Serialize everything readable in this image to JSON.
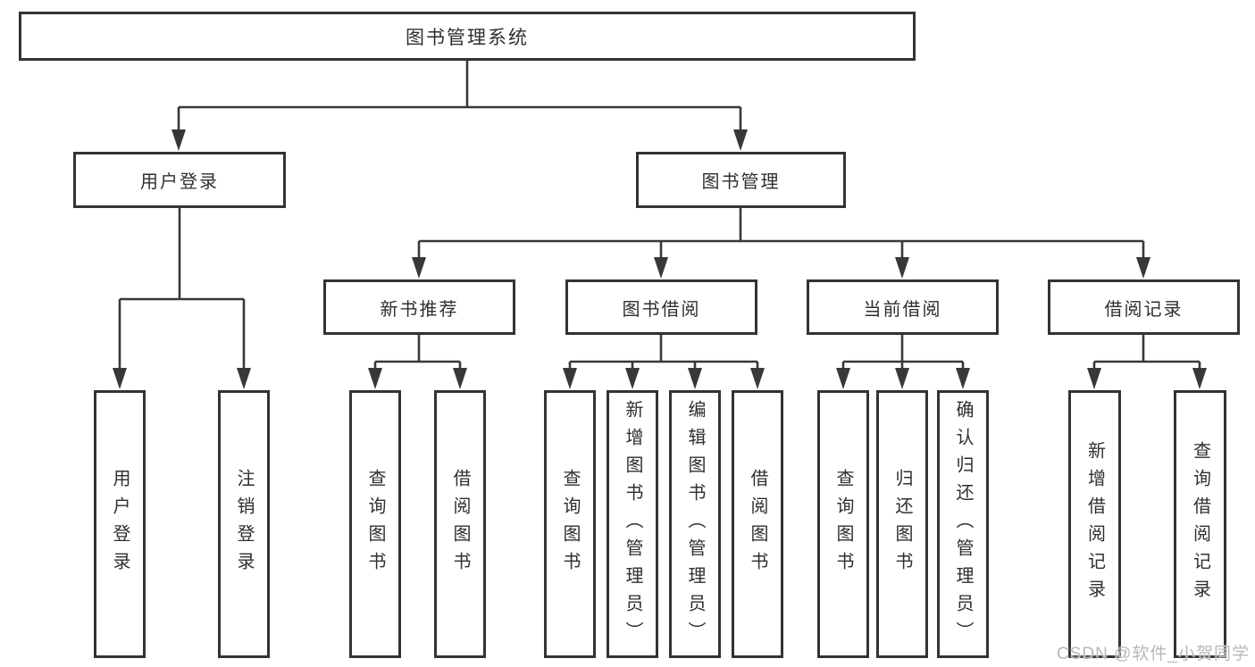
{
  "page": {
    "background": "#ffffff",
    "line_color": "#383838",
    "box_border_color": "#333333",
    "text_color": "#2f2f2f",
    "watermark": {
      "text": "CSDN @软件_小贺同学",
      "color": "#b8b8b8"
    }
  },
  "tree": {
    "root": {
      "label": "图书管理系统"
    },
    "level2": [
      {
        "label": "用户登录"
      },
      {
        "label": "图书管理"
      }
    ],
    "level3": [
      {
        "label": "新书推荐"
      },
      {
        "label": "图书借阅"
      },
      {
        "label": "当前借阅"
      },
      {
        "label": "借阅记录"
      }
    ],
    "leaves": {
      "user_login": [
        "用户登录",
        "注销登录"
      ],
      "new_book_recommend": [
        "查询图书",
        "借阅图书"
      ],
      "book_borrow": [
        "查询图书",
        "新增图书（管理员）",
        "编辑图书（管理员）",
        "借阅图书"
      ],
      "current_borrow": [
        "查询图书",
        "归还图书",
        "确认归还（管理员）"
      ],
      "borrow_records": [
        "新增借阅记录",
        "查询借阅记录"
      ]
    }
  }
}
